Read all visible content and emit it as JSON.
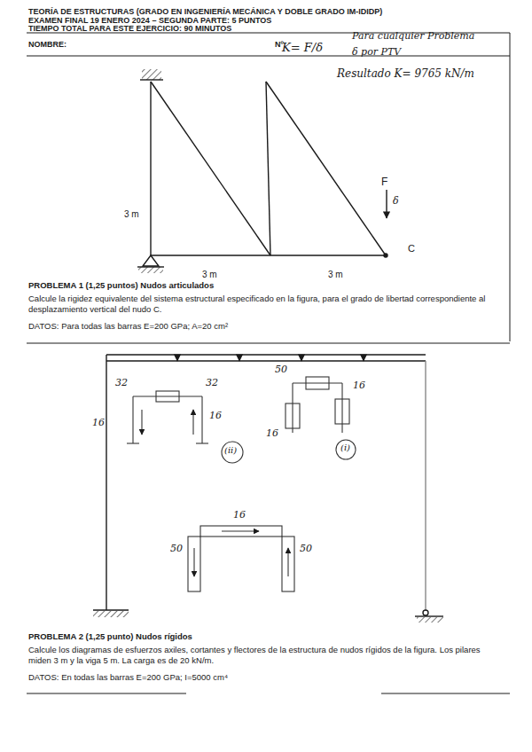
{
  "diagram": {
    "title": "TEORÍA DE ESTRUCTURAS (GRADO EN INGENIERÍA MECÁNICA Y DOBLE GRADO IM-IDIDP)",
    "labels": [
      "EXAMEN FINAL 19 ENERO 2024 – SEGUNDA PARTE: 5 PUNTOS",
      "TIEMPO TOTAL PARA ESTE EJERCICIO: 90 MINUTOS",
      "NOMBRE:",
      "Nº:",
      "K= F/δ",
      "Para cualquier Problema",
      "δ por PTV",
      "Resultado K= 9765 kN/m",
      "3 m",
      "3 m",
      "3 m",
      "F",
      "δ",
      "C",
      "PROBLEMA 1 (1,25 puntos) Nudos articulados",
      "Calcule la rigidez equivalente del sistema estructural especificado en la figura, para el grado de libertad correspondiente al desplazamiento vertical del nudo C.",
      "DATOS: Para todas las barras E=200 GPa; A=20 cm²",
      "32",
      "32",
      "16",
      "16",
      "(ii)",
      "50",
      "16",
      "16",
      "(i)",
      "16",
      "50",
      "50",
      "PROBLEMA 2 (1,25 punto) Nudos rígidos",
      "Calcule los diagramas de esfuerzos axiles, cortantes y flectores de la estructura de nudos rígidos de la figura. Los pilares miden 3 m y la viga 5 m. La carga es de 20 kN/m.",
      "DATOS: En todas las barras E=200 GPa; I=5000 cm⁴"
    ]
  }
}
